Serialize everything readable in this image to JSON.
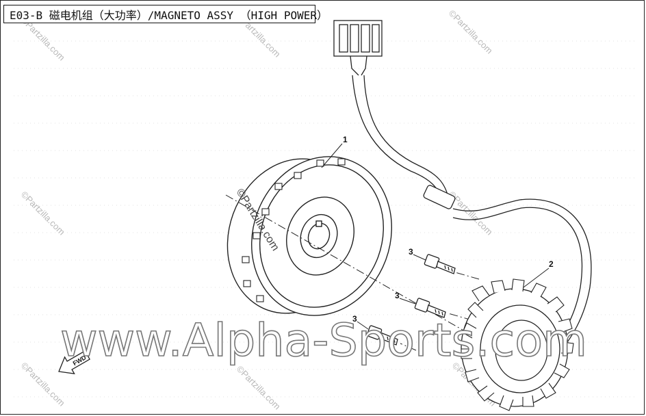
{
  "diagram": {
    "title": "E03-B 磁电机组（大功率）/MAGNETO ASSY （HIGH POWER）",
    "callouts": [
      {
        "id": "flywheel",
        "label": "1"
      },
      {
        "id": "stator",
        "label": "2"
      },
      {
        "id": "bolt-a",
        "label": "3"
      },
      {
        "id": "bolt-b",
        "label": "3"
      },
      {
        "id": "bolt-c",
        "label": "3"
      }
    ],
    "direction_marker": "FWD",
    "watermarks": {
      "main": "www.Alpha-Sports.com",
      "stamp": "©Partzilla.com",
      "overlay": "©Partzilla.com"
    }
  }
}
